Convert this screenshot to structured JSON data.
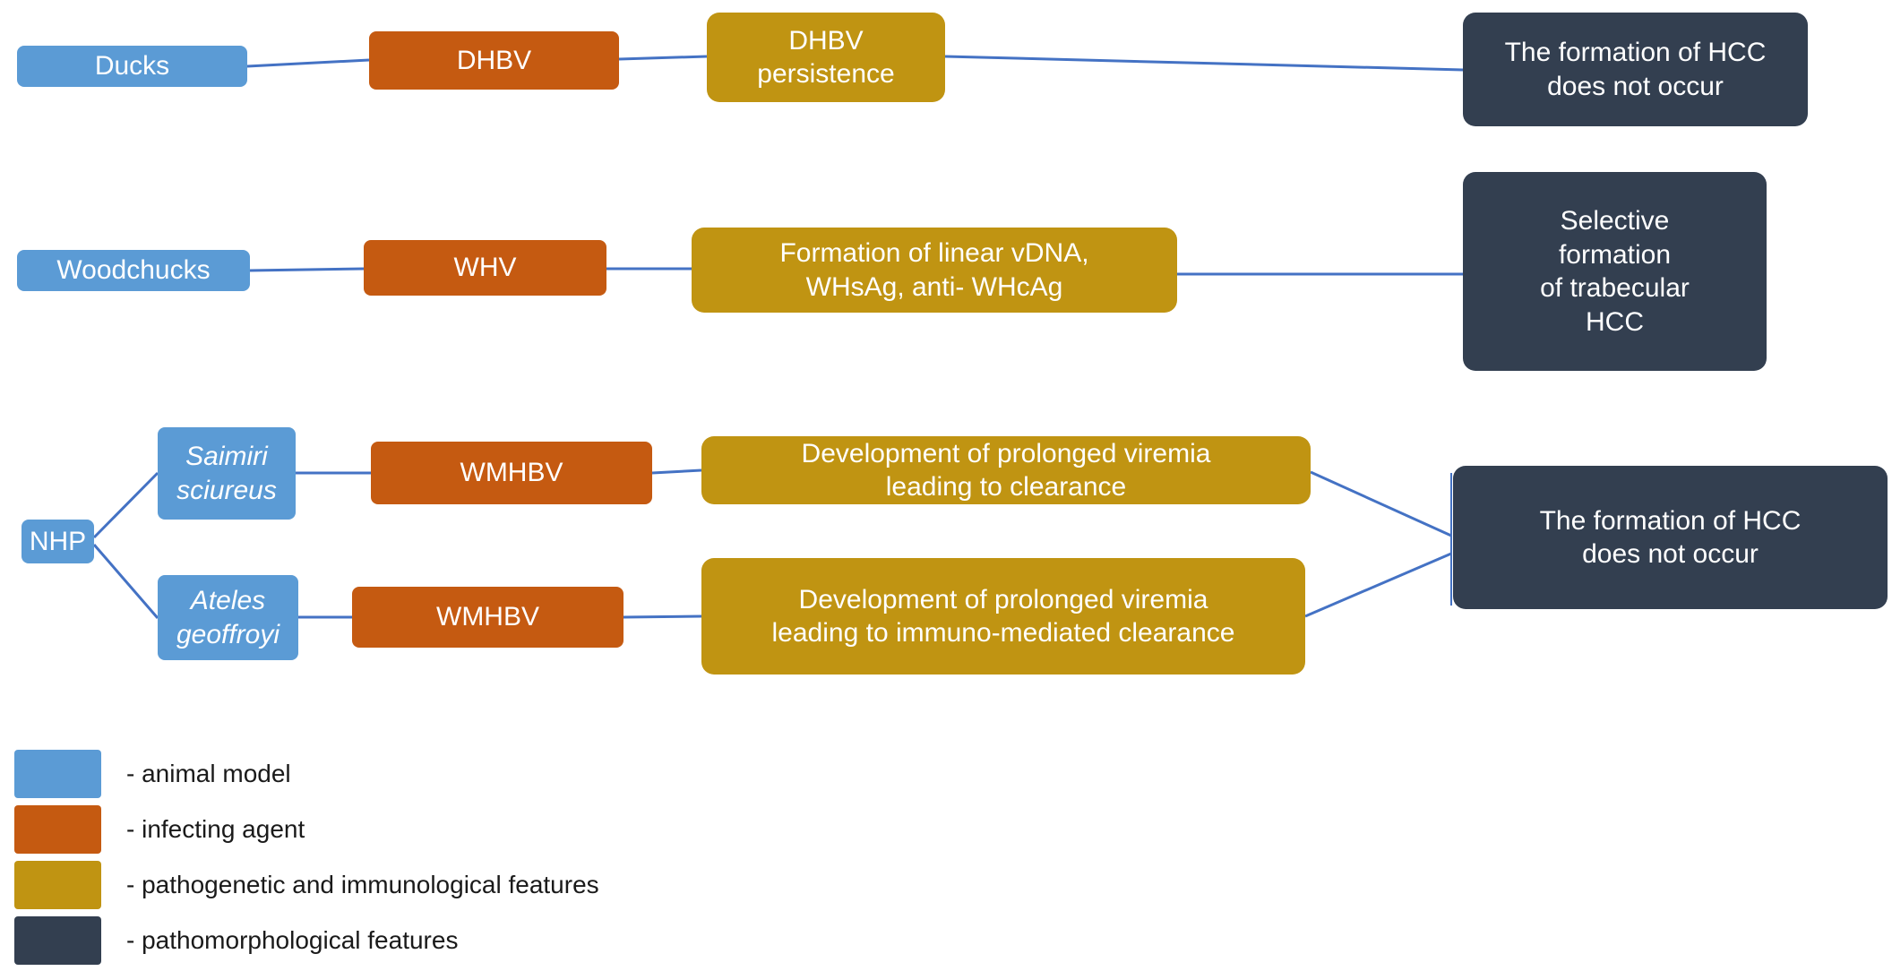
{
  "nodes": {
    "ducks": "Ducks",
    "dhbv": "DHBV",
    "dhbv_persistence": "DHBV\npersistence",
    "hcc_row1": "The formation of HCC\ndoes not occur",
    "woodchucks": "Woodchucks",
    "whv": "WHV",
    "linear_vdna": "Formation of linear vDNA,\nWHsAg, anti- WHcAg",
    "selective_hcc": "Selective\nformation\nof trabecular\nHCC",
    "nhp": "NHP",
    "saimiri": "Saimiri\nsciureus",
    "ateles": "Ateles\ngeoffroyi",
    "wmhbv_saimiri": "WMHBV",
    "wmhbv_ateles": "WMHBV",
    "viremia_saimiri": "Development of prolonged viremia\nleading to clearance",
    "viremia_ateles": "Development of prolonged viremia\nleading to  immuno-mediated clearance",
    "hcc_row3": "The formation of HCC\ndoes not occur"
  },
  "legend": [
    {
      "color": "#5B9BD5",
      "label": "- animal model"
    },
    {
      "color": "#C55A11",
      "label": "- infecting agent"
    },
    {
      "color": "#C09412",
      "label": "- pathogenetic and immunological features"
    },
    {
      "color": "#333F50",
      "label": "- pathomorphological features"
    }
  ],
  "colors": {
    "animal_model": "#5B9BD5",
    "infecting_agent": "#C55A11",
    "pathogenetic_features": "#C09412",
    "pathomorphological_features": "#333F50",
    "connector_line": "#4472C4"
  }
}
